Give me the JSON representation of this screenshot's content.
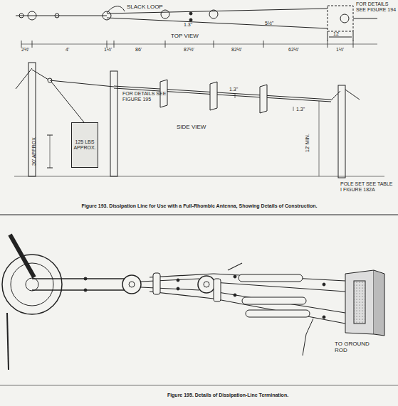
{
  "diagram": {
    "nodes": [
      {
        "text": [
          "125 LBS APPROX."
        ]
      }
    ],
    "labels": [
      "SLACK LOOP",
      "FOR DETAILS SEE FIGURE 194",
      "1.3\"",
      "5½\"",
      "TOP VIEW",
      "12",
      "2½'",
      "4'",
      "1½'",
      "86'",
      "87½'",
      "82½'",
      "62½'",
      "1½'",
      "FOR DETAILS SEE FIGURE 195",
      "1.3\"",
      "1.3\"",
      "SIDE VIEW",
      "30' APPROX",
      "12' MIN.",
      "POLE SET SEE TABLE I FIGURE 182A",
      "Figure 193. Dissipation Line for Use with a Full-Rhombic Antenna, Showing Details of Construction.",
      "TO GROUND ROD",
      "Figure 195. Details of Dissipation-Line Termination."
    ]
  }
}
